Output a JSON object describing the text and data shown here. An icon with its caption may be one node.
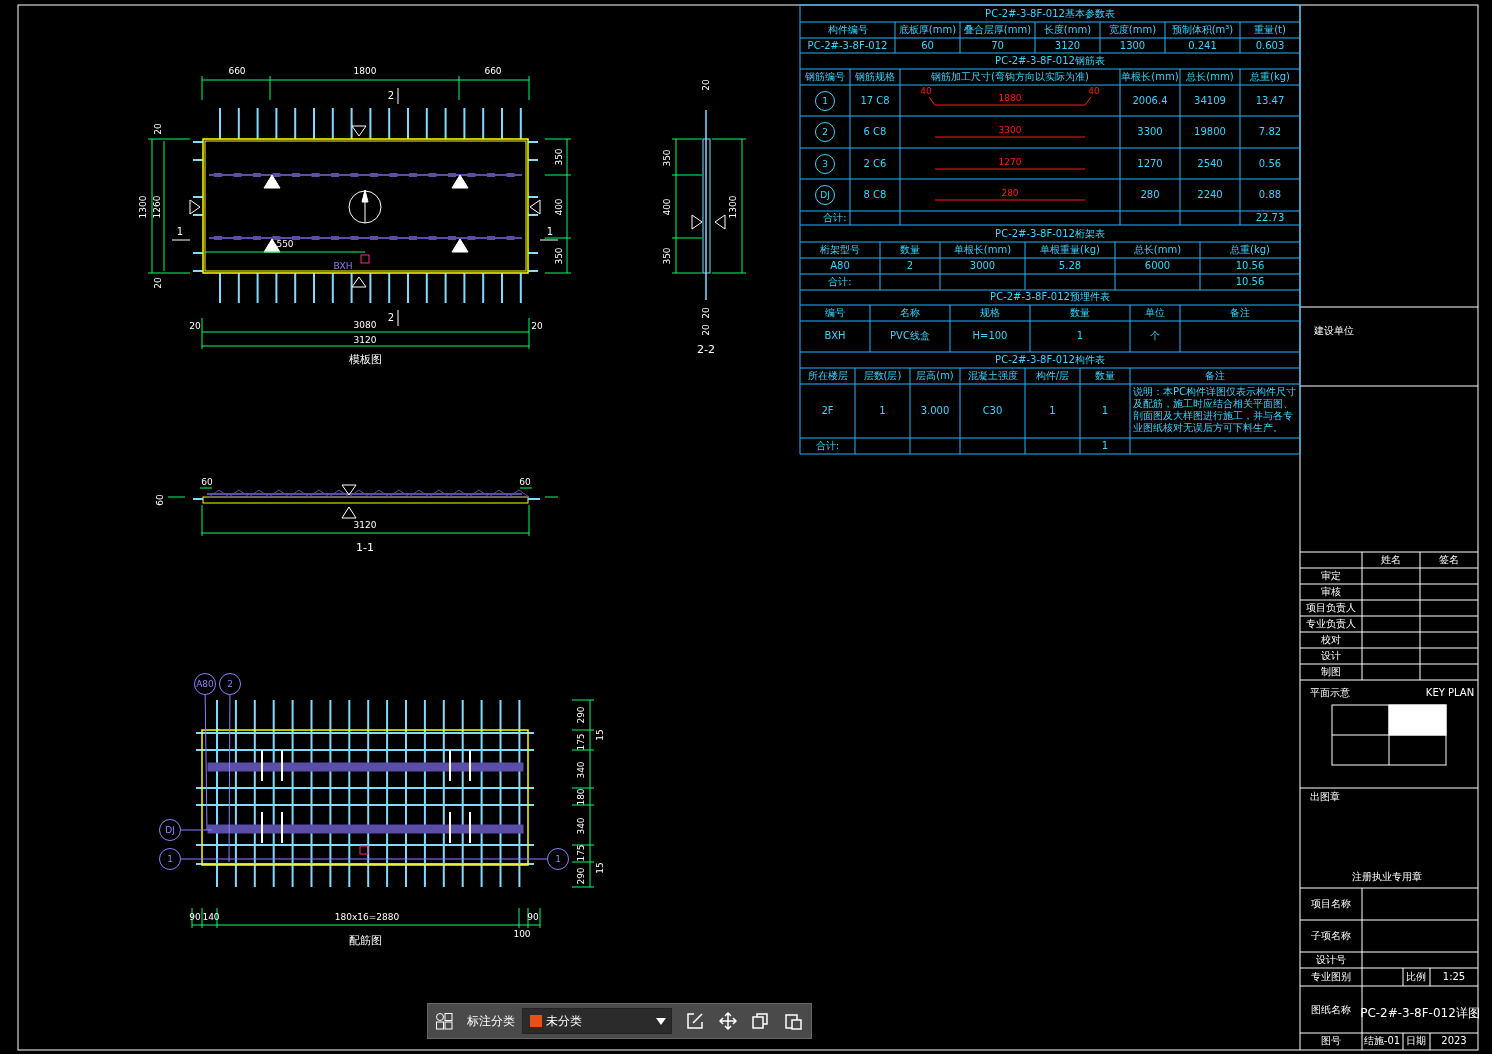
{
  "diagram": {
    "nodes": [
      {
        "text": [
          "1"
        ]
      },
      {
        "text": [
          "2"
        ]
      },
      {
        "text": [
          "3"
        ]
      },
      {
        "text": [
          "DJ"
        ]
      },
      {
        "text": [
          "A80"
        ]
      },
      {
        "text": [
          "2"
        ]
      },
      {
        "text": [
          "DJ"
        ]
      },
      {
        "text": [
          "1"
        ]
      },
      {
        "text": [
          "1"
        ]
      }
    ],
    "edges": [
      {
        "from": 4,
        "to": null,
        "arrow": "none"
      },
      {
        "from": 5,
        "to": null,
        "arrow": "none"
      },
      {
        "from": 6,
        "to": null,
        "arrow": "none"
      },
      {
        "from": 7,
        "to": 8,
        "arrow": "none"
      }
    ],
    "labels": [
      "PC-2#-3-8F-012基本参数表",
      "构件编号",
      "底板厚(mm)",
      "叠合层厚(mm)",
      "长度(mm)",
      "宽度(mm)",
      "预制体积(m³)",
      "重量(t)",
      "PC-2#-3-8F-012",
      "60",
      "70",
      "3120",
      "1300",
      "0.241",
      "0.603",
      "PC-2#-3-8F-012钢筋表",
      "钢筋编号",
      "钢筋规格",
      "钢筋加工尺寸(弯钩方向以实际为准)",
      "单根长(mm)",
      "总长(mm)",
      "总重(kg)",
      "17 C8",
      "40",
      "1880",
      "40",
      "2006.4",
      "34109",
      "13.47",
      "6 C8",
      "3300",
      "3300",
      "19800",
      "7.82",
      "2 C6",
      "1270",
      "1270",
      "2540",
      "0.56",
      "8 C8",
      "280",
      "280",
      "2240",
      "0.88",
      "合计:",
      "22.73",
      "PC-2#-3-8F-012桁架表",
      "桁架型号",
      "数量",
      "单根长(mm)",
      "单根重量(kg)",
      "总长(mm)",
      "总重(kg)",
      "A80",
      "2",
      "3000",
      "5.28",
      "6000",
      "10.56",
      "合计:",
      "10.56",
      "PC-2#-3-8F-012预埋件表",
      "编号",
      "名称",
      "规格",
      "数量",
      "单位",
      "备注",
      "BXH",
      "PVC线盒",
      "H=100",
      "1",
      "个",
      "PC-2#-3-8F-012构件表",
      "所在楼层",
      "层数(层)",
      "层高(m)",
      "混凝土强度",
      "构件/层",
      "数量",
      "备注",
      "2F",
      "1",
      "3.000",
      "C30",
      "1",
      "1",
      "说明：本PC构件详图仅表示构件尺寸及配筋，施工时应结合相关平面图、剖面图及大样图进行施工，并与各专业图纸核对无误后方可下料生产。",
      "合计:",
      "1",
      "建设单位",
      "姓名",
      "签名",
      "审定",
      "审核",
      "项目负责人",
      "专业负责人",
      "校对",
      "设计",
      "制图",
      "平面示意",
      "KEY PLAN",
      "出图章",
      "注册执业专用章",
      "项目名称",
      "子项名称",
      "设计号",
      "专业图别",
      "比例",
      "1:25",
      "图纸名称",
      "PC-2#-3-8F-012详图",
      "图号",
      "结施-01",
      "日期",
      "2023",
      "660",
      "1800",
      "660",
      "2",
      "20",
      "1300",
      "1260",
      "20",
      "1",
      "350",
      "400",
      "350",
      "1",
      "550",
      "BXH",
      "2",
      "20",
      "3080",
      "20",
      "3120",
      "模板图",
      "60",
      "60",
      "60",
      "3120",
      "1-1",
      "20",
      "350",
      "400",
      "350",
      "1300",
      "20",
      "20",
      "2-2",
      "290",
      "15",
      "175",
      "340",
      "180",
      "340",
      "175",
      "15",
      "290",
      "90",
      "140",
      "180x16=2880",
      "90",
      "100",
      "配筋图",
      "标注分类",
      "未分类"
    ]
  }
}
